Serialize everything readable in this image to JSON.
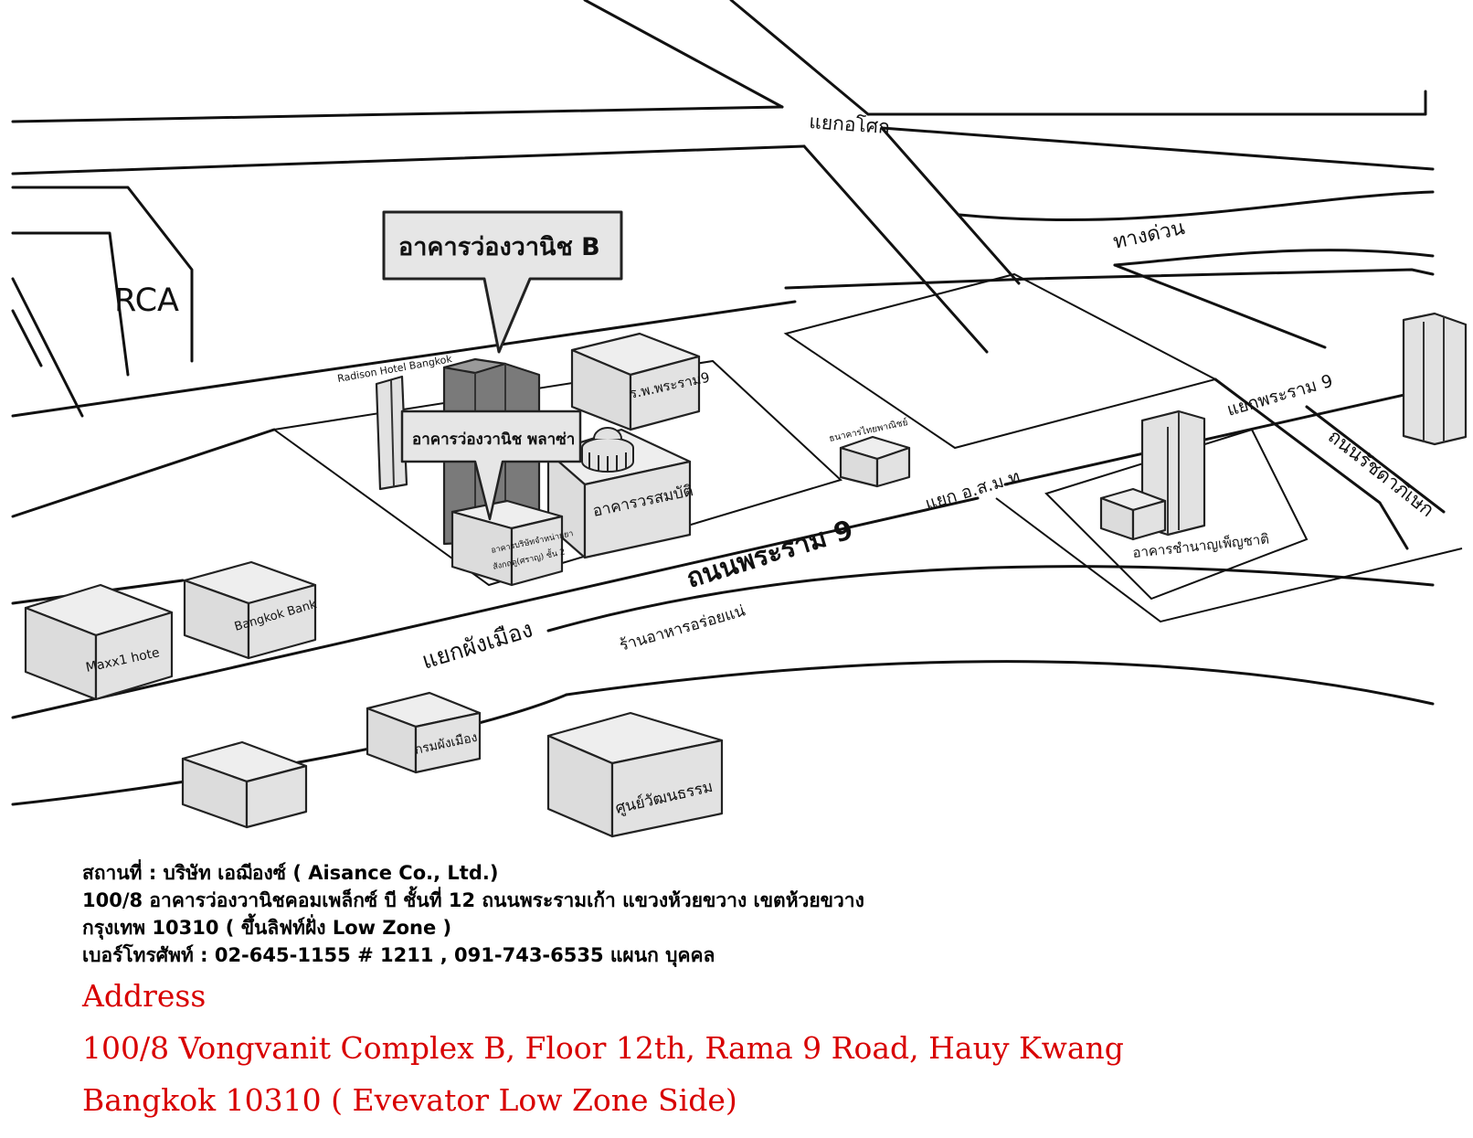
{
  "map": {
    "callout_main": "อาคารว่องวานิช B",
    "callout_plaza": "อาคารว่องวานิช พลาซ่า",
    "label_rca": "RCA",
    "label_asoke": "แยกอโศก",
    "label_expressway": "ทางด่วน",
    "label_radison": "Radison Hotel Bangkok",
    "label_rama9_hospital": "ร.พ.พระราม9",
    "label_thai_bank": "ธนาคารไทยพาณิชย์",
    "label_rama9_junction": "แยกพระราม 9",
    "label_ratchada": "ถนนรัชดาภิเษก",
    "label_wora": "อาคารวรสมบัติ",
    "label_small_bldg_1": "อาคารบริษัทจำหน่ายยา",
    "label_small_bldg_2": "สังกฤตู(ศราญ) ชั้น 2",
    "label_rama9_road": "ถนนพระราม 9",
    "label_osmt": "แยก อ.ส.ม.ท",
    "label_chamnan": "อาคารชำนาญเพ็ญชาติ",
    "label_maxx": "Maxx1 hote",
    "label_bangkok_bank": "Bangkok Bank",
    "label_phang_mueang": "แยกผังเมือง",
    "label_restaurant": "ร้านอาหารอร่อยแน่",
    "label_krom_phang": "กรมผังเมือง",
    "label_culture": "ศูนย์วัฒนธรรม"
  },
  "info": {
    "thai_line1": "สถานที่ : บริษัท เอฌีองซ์ ( Aisance Co., Ltd.)",
    "thai_line2": "100/8 อาคารว่องวานิชคอมเพล็กซ์ บี ชั้นที่ 12 ถนนพระรามเก้า แขวงห้วยขวาง เขตห้วยขวาง",
    "thai_line3": "กรุงเทพ 10310 ( ขึ้นลิฟท์ฝั่ง Low Zone )",
    "thai_line4": "เบอร์โทรศัพท์ : 02-645-1155 # 1211  ,  091-743-6535   แผนก บุคคล",
    "address_heading": "Address",
    "address_line1": "100/8 Vongvanit Complex B, Floor 12th, Rama 9 Road, Hauy Kwang",
    "address_line2": "Bangkok  10310 ( Evevator Low Zone Side)"
  },
  "colors": {
    "address_red": "#d80000",
    "target_building": "#7a7a7a",
    "building_gray": "#e2e2e2"
  },
  "icons": [
    "tower-icon",
    "dome-icon",
    "callout-icon"
  ]
}
